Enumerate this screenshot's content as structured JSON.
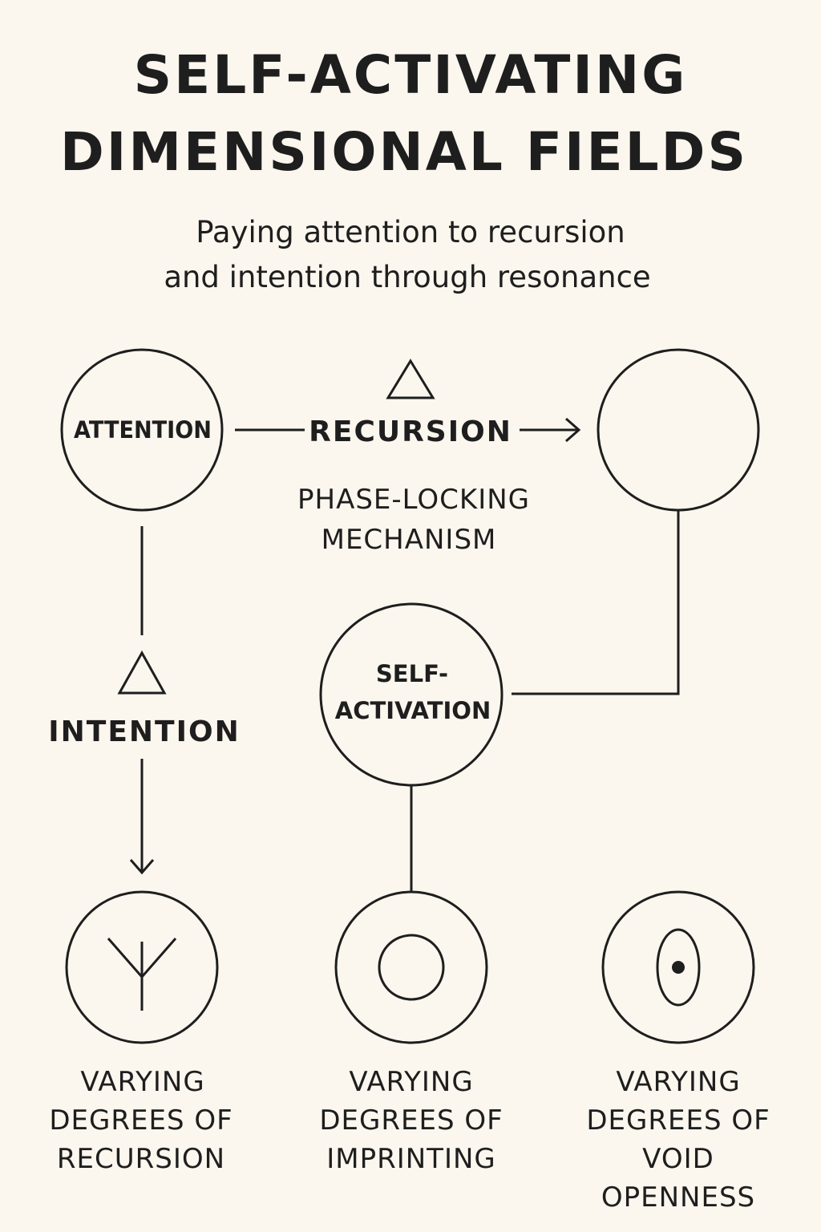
{
  "title": {
    "line1": "SELF-ACTIVATING",
    "line2": "DIMENSIONAL FIELDS"
  },
  "subtitle": {
    "line1": "Paying attention to recursion",
    "line2": "and intention through resonance"
  },
  "nodes": {
    "attention": "ATTENTION",
    "self_activation": {
      "line1": "SELF-",
      "line2": "ACTIVATION"
    }
  },
  "labels": {
    "recursion": "RECURSION",
    "phase_locking": {
      "line1": "PHASE-LOCKING",
      "line2": "MECHANISM"
    },
    "intention": "INTENTION"
  },
  "outcomes": [
    {
      "icon": "fork-icon",
      "lines": [
        "VARYING",
        "DEGREES OF",
        "RECURSION"
      ]
    },
    {
      "icon": "ring-icon",
      "lines": [
        "VARYING",
        "DEGREES OF",
        "IMPRINTING"
      ]
    },
    {
      "icon": "eye-icon",
      "lines": [
        "VARYING",
        "DEGREES OF",
        "VOID",
        "OPENNESS"
      ]
    }
  ],
  "colors": {
    "background": "#fbf6ee",
    "ink": "#1e1e1e"
  }
}
